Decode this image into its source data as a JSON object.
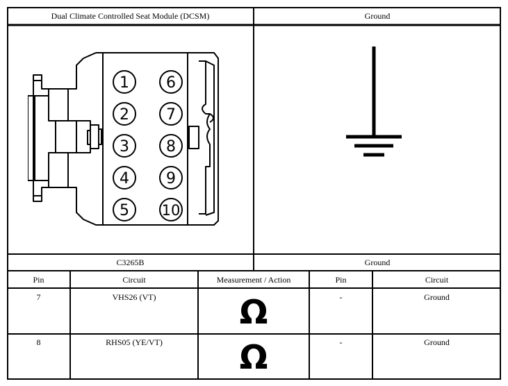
{
  "header": {
    "module_title": "Dual Climate Controlled Seat Module (DCSM)",
    "ground_title": "Ground"
  },
  "connector": {
    "id": "C3265B",
    "pins": [
      "1",
      "2",
      "3",
      "4",
      "5",
      "6",
      "7",
      "8",
      "9",
      "10"
    ]
  },
  "ground_label": "Ground",
  "table": {
    "headers": [
      "Pin",
      "Circuit",
      "Measurement / Action",
      "Pin",
      "Circuit"
    ],
    "rows": [
      {
        "pin": "7",
        "circuit": "VHS26 (VT)",
        "measurement": "Ω",
        "pin2": "-",
        "circuit2": "Ground"
      },
      {
        "pin": "8",
        "circuit": "RHS05 (YE/VT)",
        "measurement": "Ω",
        "pin2": "-",
        "circuit2": "Ground"
      }
    ]
  }
}
